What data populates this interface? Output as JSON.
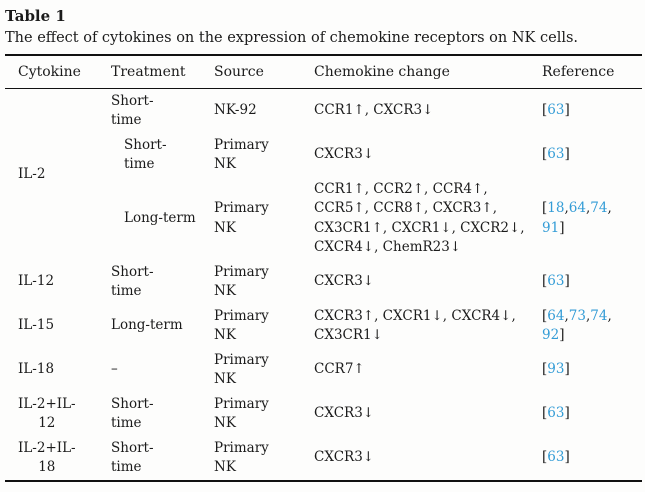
{
  "table": {
    "label": "Table 1",
    "caption": "The effect of cytokines on the expression of chemokine receptors on NK cells.",
    "columns": [
      "Cytokine",
      "Treatment",
      "Source",
      "Chemokine change",
      "Reference"
    ],
    "punct": {
      "open": "[",
      "close": "]",
      "comma": ","
    },
    "colors": {
      "link_blue": "#339cd6",
      "text": "#1b1b1b",
      "rule": "#111111"
    },
    "rows": [
      {
        "cytokine": "IL-2",
        "treatment": "Short-\ntime",
        "source": "NK-92",
        "chemokine": "CCR1↑, CXCR3↓",
        "refs": [
          "63"
        ]
      },
      {
        "treatment": "Short-\ntime",
        "source": "Primary\nNK",
        "chemokine": "CXCR3↓",
        "refs": [
          "63"
        ]
      },
      {
        "treatment": "Long-term",
        "source": "Primary\nNK",
        "chemokine": "CCR1↑, CCR2↑, CCR4↑,\nCCR5↑, CCR8↑, CXCR3↑,\nCX3CR1↑, CXCR1↓, CXCR2↓,\nCXCR4↓, ChemR23↓",
        "refs": [
          "18",
          "64",
          "74",
          "91"
        ]
      },
      {
        "cytokine": "IL-12",
        "treatment": "Short-\ntime",
        "source": "Primary\nNK",
        "chemokine": "CXCR3↓",
        "refs": [
          "63"
        ]
      },
      {
        "cytokine": "IL-15",
        "treatment": "Long-term",
        "source": "Primary\nNK",
        "chemokine": "CXCR3↑, CXCR1↓, CXCR4↓,\nCX3CR1↓",
        "refs": [
          "64",
          "73",
          "74",
          "92"
        ]
      },
      {
        "cytokine": "IL-18",
        "treatment": "–",
        "source": "Primary\nNK",
        "chemokine": "CCR7↑",
        "refs": [
          "93"
        ]
      },
      {
        "cytokine": "IL-2+IL-\n12",
        "treatment": "Short-\ntime",
        "source": "Primary\nNK",
        "chemokine": "CXCR3↓",
        "refs": [
          "63"
        ]
      },
      {
        "cytokine": "IL-2+IL-\n18",
        "treatment": "Short-\ntime",
        "source": "Primary\nNK",
        "chemokine": "CXCR3↓",
        "refs": [
          "63"
        ]
      }
    ]
  }
}
